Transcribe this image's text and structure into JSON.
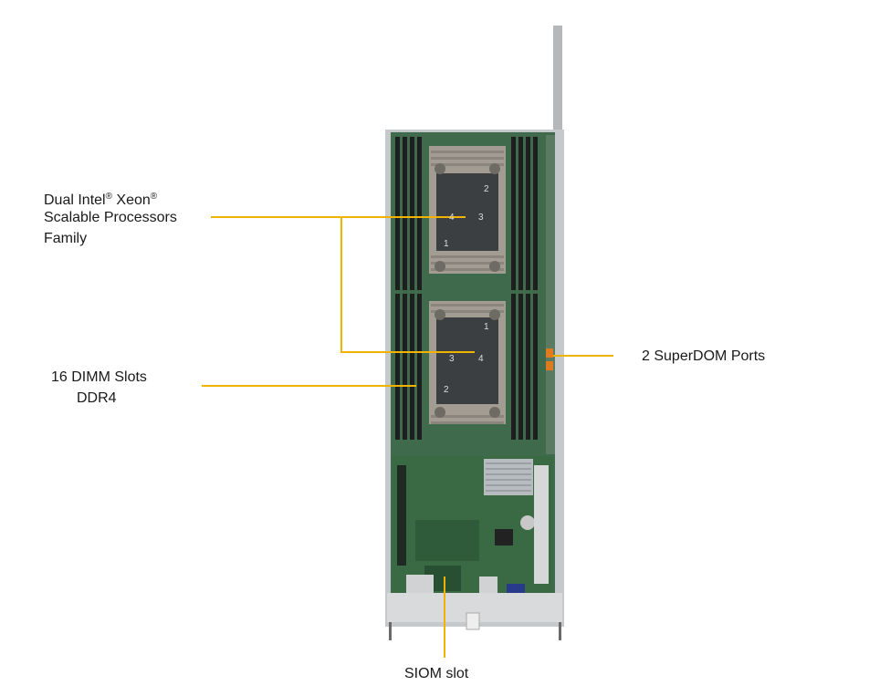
{
  "callouts": {
    "cpu": {
      "line1_a": "Dual Intel",
      "reg1": "®",
      "line1_b": " Xeon",
      "reg2": "®",
      "line2": "Scalable Processors",
      "line3": "Family"
    },
    "dimm": {
      "line1": "16 DIMM Slots",
      "line2": "DDR4"
    },
    "superdom": {
      "line1": "2 SuperDOM Ports"
    },
    "siom": {
      "line1": "SIOM slot"
    }
  },
  "heatsink_markings": {
    "top": [
      "2",
      "3",
      "4",
      "1"
    ],
    "bottom": [
      "1",
      "3",
      "4",
      "2"
    ]
  },
  "colors": {
    "callout_line": "#f0b400",
    "board_green": "#3f6b4c",
    "dimm_slot": "#1c1f1d",
    "heatsink": "#9e9990",
    "chassis": "#c9cbcc",
    "superdom_port": "#e07a1e"
  }
}
